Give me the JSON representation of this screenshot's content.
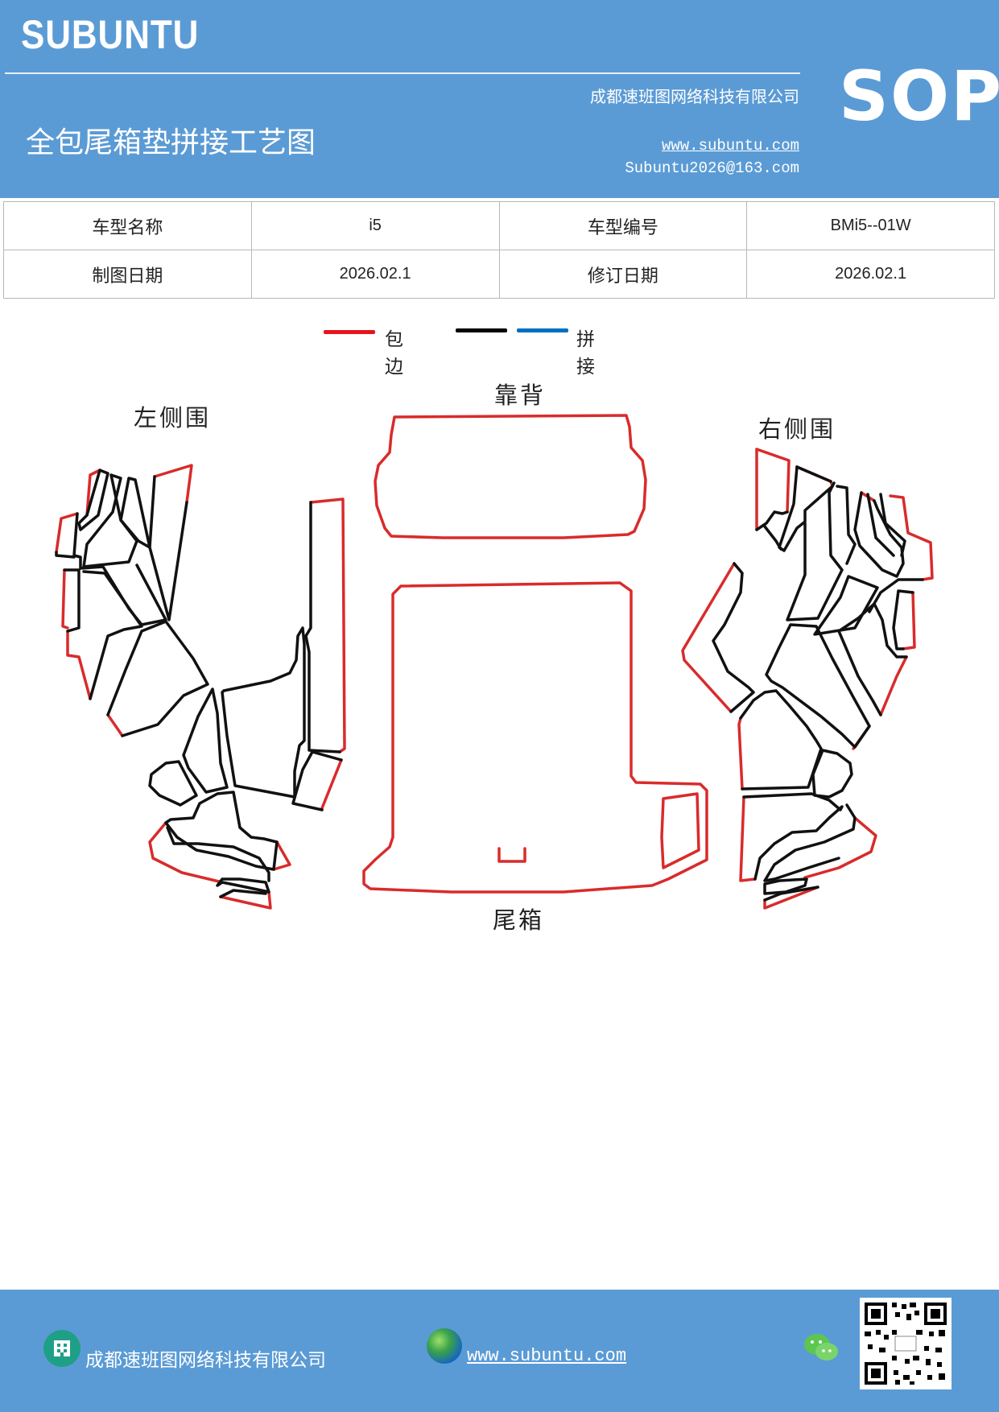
{
  "header": {
    "brand": "SUBUNTU",
    "company": "成都速班图网络科技有限公司",
    "title": "全包尾箱垫拼接工艺图",
    "website": "www.subuntu.com",
    "email": "Subuntu2026@163.com",
    "sop": "SOP"
  },
  "info": {
    "rows": [
      {
        "label1": "车型名称",
        "value1": "i5",
        "label2": "车型编号",
        "value2": "BMi5--01W"
      },
      {
        "label1": "制图日期",
        "value1": "2026.02.1",
        "label2": "修订日期",
        "value2": "2026.02.1"
      }
    ]
  },
  "legend": {
    "items": [
      {
        "label": "包边",
        "color": "#e8141c"
      },
      {
        "label": "",
        "color": "#000000"
      },
      {
        "label": "拼接",
        "color": "#0070c0"
      }
    ]
  },
  "diagram": {
    "left_side": "左侧围",
    "backrest": "靠背",
    "right_side": "右侧围",
    "trunk": "尾箱",
    "edge_color": "#d92b2b",
    "seam_color": "#111111"
  },
  "footer": {
    "company": "成都速班图网络科技有限公司",
    "website": "www.subuntu.com ",
    "building_icon": "building-icon",
    "globe_icon": "globe-icon",
    "wechat_icon": "wechat-icon",
    "qr_code": "qr-code"
  }
}
